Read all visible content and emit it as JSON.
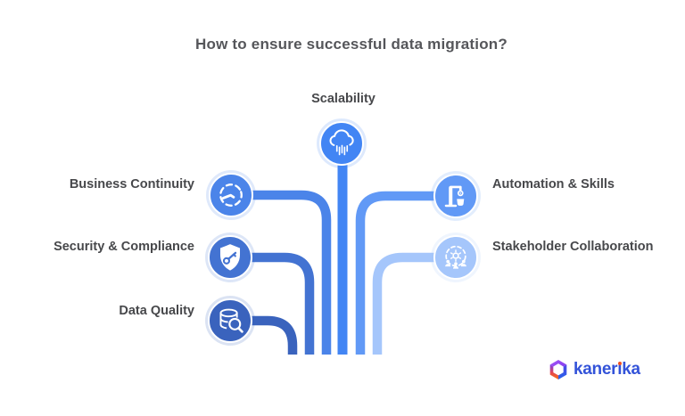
{
  "title": "How to ensure successful data migration?",
  "nodes": [
    {
      "id": "scalability",
      "label": "Scalability",
      "icon": "cloud-circuit-icon",
      "color": "#4285f4"
    },
    {
      "id": "business-continuity",
      "label": "Business Continuity",
      "icon": "dashed-cycle-gauge-icon",
      "color": "#4b84e9"
    },
    {
      "id": "security-compliance",
      "label": "Security & Compliance",
      "icon": "shield-key-icon",
      "color": "#4373d2"
    },
    {
      "id": "data-quality",
      "label": "Data Quality",
      "icon": "database-search-icon",
      "color": "#3a63bd"
    },
    {
      "id": "automation-skills",
      "label": "Automation & Skills",
      "icon": "robot-arm-icon",
      "color": "#6199f6"
    },
    {
      "id": "stakeholder-collaboration",
      "label": "Stakeholder Collaboration",
      "icon": "people-gear-icon",
      "color": "#a5c6fb"
    }
  ],
  "logo": {
    "name": "kanerika",
    "parts": [
      "kaner",
      "i",
      "ka"
    ],
    "text_color": "#3353d9",
    "dot_color": "#f4511e",
    "cube_colors": {
      "light_purple": "#a855f7",
      "purple": "#7c3aed",
      "indigo": "#4f46e5",
      "blue": "#2563eb",
      "red": "#e5484d",
      "orange": "#f97316"
    }
  }
}
